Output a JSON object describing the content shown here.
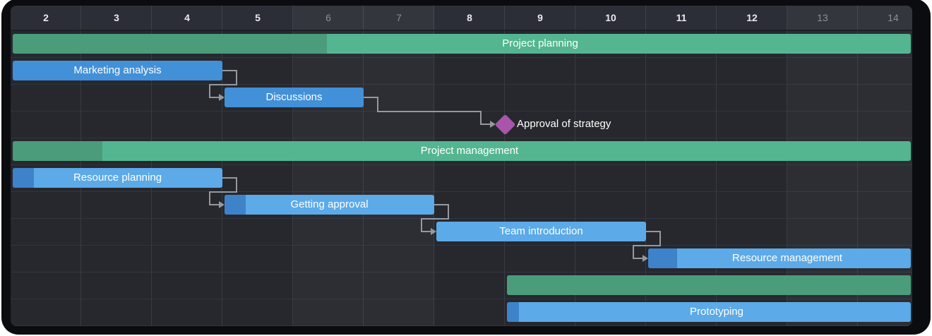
{
  "app": {
    "description": "Gantt chart (dark theme)"
  },
  "colors": {
    "frame": "#0b0c0f",
    "chart_bg": "#26282e",
    "header_bg": "#2b2e36",
    "header_weekend_bg": "#33363d",
    "header_text": "#e9ebee",
    "header_weekend_text": "#8a8f99",
    "project_bar": "#53b690",
    "project_progress": "#4a9c7a",
    "task_bar": "#5caae8",
    "task_progress": "#3e83c9",
    "done_bar": "#4290d8",
    "milestone": "#a756a9",
    "link_line": "#95989d",
    "bar_text": "#ffffff"
  },
  "chart_data": {
    "type": "gantt",
    "timeline": {
      "tick_labels": [
        "2",
        "3",
        "4",
        "5",
        "6",
        "7",
        "8",
        "9",
        "10",
        "11",
        "12",
        "13",
        "14"
      ],
      "weekend_ticks": [
        "6",
        "7",
        "13",
        "14"
      ],
      "first_day": 2,
      "last_visible_day": 14.75,
      "grid": true
    },
    "tasks": [
      {
        "id": "project-planning",
        "name": "Project planning",
        "row": 0,
        "kind": "project",
        "start": 2,
        "end": 14.75,
        "progress": 35,
        "label_center_day": 9.5
      },
      {
        "id": "marketing-analysis",
        "name": "Marketing analysis",
        "row": 1,
        "kind": "done",
        "start": 2,
        "end": 5,
        "progress": 100
      },
      {
        "id": "discussions",
        "name": "Discussions",
        "row": 2,
        "kind": "done",
        "start": 5,
        "end": 7,
        "progress": 100
      },
      {
        "id": "approval-of-strategy",
        "name": "Approval of strategy",
        "row": 3,
        "kind": "milestone",
        "start": 9
      },
      {
        "id": "project-management",
        "name": "Project management",
        "row": 4,
        "kind": "project",
        "start": 2,
        "end": 14.75,
        "progress": 10,
        "label_center_day": 8.5
      },
      {
        "id": "resource-planning",
        "name": "Resource planning",
        "row": 5,
        "kind": "task",
        "start": 2,
        "end": 5,
        "progress": 10
      },
      {
        "id": "getting-approval",
        "name": "Getting approval",
        "row": 6,
        "kind": "task",
        "start": 5,
        "end": 8,
        "progress": 10
      },
      {
        "id": "team-introduction",
        "name": "Team introduction",
        "row": 7,
        "kind": "task",
        "start": 8,
        "end": 11,
        "progress": 0
      },
      {
        "id": "resource-management",
        "name": "Resource management",
        "row": 8,
        "kind": "task",
        "start": 11,
        "end": 14.75,
        "progress": 11,
        "label_center_day": 13
      },
      {
        "id": "untitled-project",
        "name": "",
        "row": 9,
        "kind": "project",
        "start": 9,
        "end": 14.75,
        "progress": 100
      },
      {
        "id": "prototyping",
        "name": "Prototyping",
        "row": 10,
        "kind": "task",
        "start": 9,
        "end": 14.75,
        "progress": 3,
        "label_center_day": 12
      }
    ],
    "links": [
      {
        "from": "marketing-analysis",
        "to": "discussions"
      },
      {
        "from": "discussions",
        "to": "approval-of-strategy"
      },
      {
        "from": "resource-planning",
        "to": "getting-approval"
      },
      {
        "from": "getting-approval",
        "to": "team-introduction"
      },
      {
        "from": "team-introduction",
        "to": "resource-management"
      }
    ]
  }
}
